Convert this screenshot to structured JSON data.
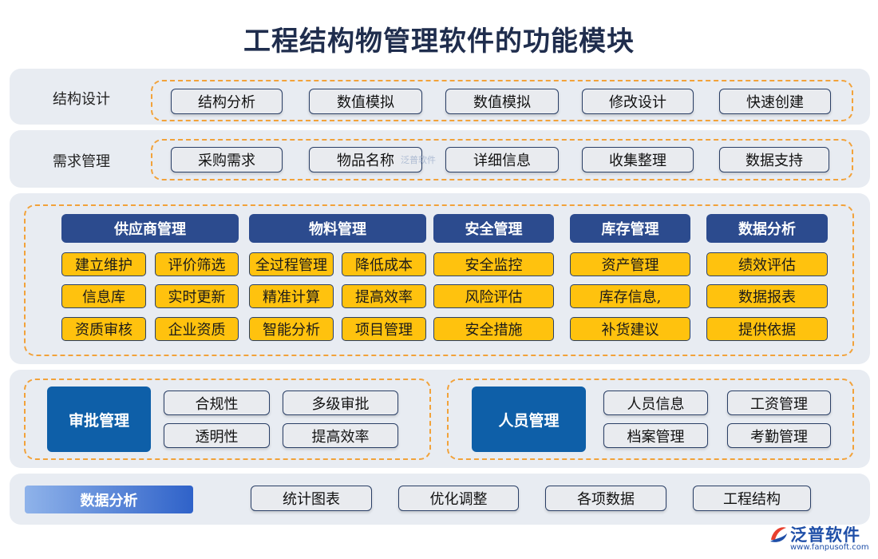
{
  "title": "工程结构物管理软件的功能模块",
  "row_structure": {
    "label": "结构设计",
    "items": [
      "结构分析",
      "数值模拟",
      "数值模拟",
      "修改设计",
      "快速创建"
    ]
  },
  "row_demand": {
    "label": "需求管理",
    "items": [
      "采购需求",
      "物品名称",
      "详细信息",
      "收集整理",
      "数据支持"
    ]
  },
  "modules": {
    "supplier": {
      "header": "供应商管理",
      "items": [
        "建立维护",
        "评价筛选",
        "信息库",
        "实时更新",
        "资质审核",
        "企业资质"
      ]
    },
    "material": {
      "header": "物料管理",
      "items": [
        "全过程管理",
        "降低成本",
        "精准计算",
        "提高效率",
        "智能分析",
        "项目管理"
      ]
    },
    "safety": {
      "header": "安全管理",
      "items": [
        "安全监控",
        "风险评估",
        "安全措施"
      ]
    },
    "inventory": {
      "header": "库存管理",
      "items": [
        "资产管理",
        "库存信息,",
        "补货建议"
      ]
    },
    "analysis": {
      "header": "数据分析",
      "items": [
        "绩效评估",
        "数据报表",
        "提供依据"
      ]
    }
  },
  "approval": {
    "label": "审批管理",
    "items": [
      "合规性",
      "多级审批",
      "透明性",
      "提高效率"
    ]
  },
  "personnel": {
    "label": "人员管理",
    "items": [
      "人员信息",
      "工资管理",
      "档案管理",
      "考勤管理"
    ]
  },
  "data_row": {
    "label": "数据分析",
    "items": [
      "统计图表",
      "优化调整",
      "各项数据",
      "工程结构"
    ]
  },
  "watermark": "泛普软件",
  "logo": {
    "name": "泛普软件",
    "url": "www.fanpusoft.com"
  },
  "colors": {
    "header_blue": "#2c4b8e",
    "yellow": "#ffc20e",
    "dash_orange": "#f2a23a",
    "band_gray": "#e8ecf2",
    "deep_blue": "#0e5fa8"
  }
}
